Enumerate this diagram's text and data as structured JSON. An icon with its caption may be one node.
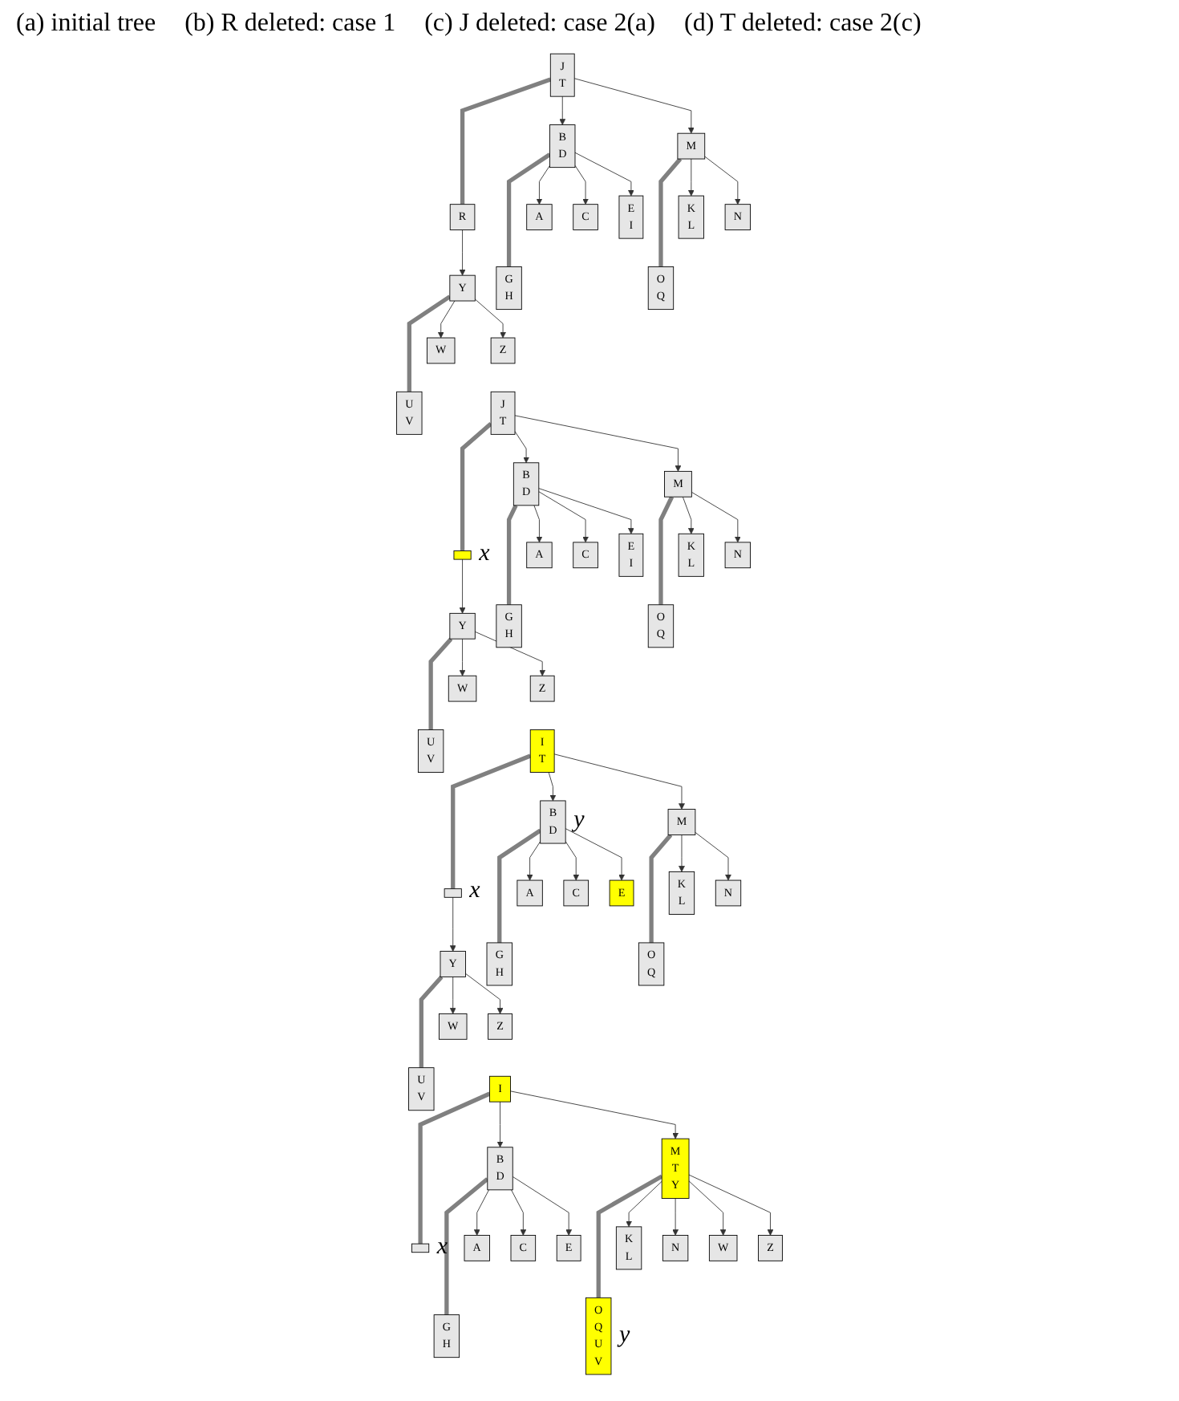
{
  "diagram": {
    "nodes": [
      {
        "text": [
          "J",
          "T"
        ]
      },
      {
        "text": [
          "R"
        ]
      },
      {
        "text": [
          "B",
          "D"
        ]
      },
      {
        "text": [
          "G",
          "H"
        ]
      },
      {
        "text": [
          "M"
        ]
      },
      {
        "text": [
          "O",
          "Q"
        ]
      },
      {
        "text": [
          "Y"
        ]
      },
      {
        "text": [
          "U",
          "V"
        ]
      },
      {
        "text": [
          "A"
        ]
      },
      {
        "text": [
          "C"
        ]
      },
      {
        "text": [
          "E",
          "I"
        ]
      },
      {
        "text": [
          "K",
          "L"
        ]
      },
      {
        "text": [
          "N"
        ]
      },
      {
        "text": [
          "W"
        ]
      },
      {
        "text": [
          "Z"
        ]
      },
      {
        "text": [
          "J",
          "T"
        ]
      },
      {
        "text": [],
        "shape": "box",
        "beside": [
          "x"
        ]
      },
      {
        "text": [
          "B",
          "D"
        ]
      },
      {
        "text": [
          "G",
          "H"
        ]
      },
      {
        "text": [
          "M"
        ]
      },
      {
        "text": [
          "O",
          "Q"
        ]
      },
      {
        "text": [
          "Y"
        ]
      },
      {
        "text": [
          "U",
          "V"
        ]
      },
      {
        "text": [
          "A"
        ]
      },
      {
        "text": [
          "C"
        ]
      },
      {
        "text": [
          "E",
          "I"
        ]
      },
      {
        "text": [
          "K",
          "L"
        ]
      },
      {
        "text": [
          "N"
        ]
      },
      {
        "text": [
          "W"
        ]
      },
      {
        "text": [
          "Z"
        ]
      },
      {
        "text": [
          "I",
          "T"
        ]
      },
      {
        "text": [],
        "shape": "box",
        "beside": [
          "x"
        ]
      },
      {
        "text": [
          "B",
          "D"
        ],
        "beside": [
          "y"
        ]
      },
      {
        "text": [
          "G",
          "H"
        ]
      },
      {
        "text": [
          "M"
        ]
      },
      {
        "text": [
          "O",
          "Q"
        ]
      },
      {
        "text": [
          "Y"
        ]
      },
      {
        "text": [
          "U",
          "V"
        ]
      },
      {
        "text": [
          "A"
        ]
      },
      {
        "text": [
          "C"
        ]
      },
      {
        "text": [
          "E"
        ]
      },
      {
        "text": [
          "K",
          "L"
        ]
      },
      {
        "text": [
          "N"
        ]
      },
      {
        "text": [
          "W"
        ]
      },
      {
        "text": [
          "Z"
        ]
      },
      {
        "text": [
          "I"
        ]
      },
      {
        "text": [],
        "shape": "box",
        "beside": [
          "x"
        ]
      },
      {
        "text": [
          "B",
          "D"
        ]
      },
      {
        "text": [
          "G",
          "H"
        ]
      },
      {
        "text": [
          "M",
          "T",
          "Y"
        ]
      },
      {
        "text": [
          "O",
          "Q",
          "U",
          "V"
        ],
        "beside": [
          "y"
        ]
      },
      {
        "text": [
          "A"
        ]
      },
      {
        "text": [
          "C"
        ]
      },
      {
        "text": [
          "E"
        ]
      },
      {
        "text": [
          "K",
          "L"
        ]
      },
      {
        "text": [
          "N"
        ]
      },
      {
        "text": [
          "W"
        ]
      },
      {
        "text": [
          "Z"
        ]
      }
    ],
    "edges": [
      {
        "from": 0,
        "to": 1,
        "arrow": "none",
        "style": "thick",
        "color": "#808080"
      },
      {
        "from": 2,
        "to": 3,
        "arrow": "none",
        "style": "thick",
        "color": "#808080"
      },
      {
        "from": 4,
        "to": 5,
        "arrow": "none",
        "style": "thick",
        "color": "#808080"
      },
      {
        "from": 6,
        "to": 7,
        "arrow": "none",
        "style": "thick",
        "color": "#808080"
      },
      {
        "from": 0,
        "to": 2,
        "arrow": "to"
      },
      {
        "from": 0,
        "to": 4,
        "arrow": "to"
      },
      {
        "from": 1,
        "to": 6,
        "arrow": "to"
      },
      {
        "from": 2,
        "to": 8,
        "arrow": "to"
      },
      {
        "from": 2,
        "to": 9,
        "arrow": "to"
      },
      {
        "from": 2,
        "to": 10,
        "arrow": "to"
      },
      {
        "from": 4,
        "to": 11,
        "arrow": "to"
      },
      {
        "from": 4,
        "to": 12,
        "arrow": "to"
      },
      {
        "from": 6,
        "to": 13,
        "arrow": "to"
      },
      {
        "from": 6,
        "to": 14,
        "arrow": "to"
      },
      {
        "from": 15,
        "to": 16,
        "arrow": "none",
        "style": "thick",
        "color": "#808080"
      },
      {
        "from": 17,
        "to": 18,
        "arrow": "none",
        "style": "thick",
        "color": "#808080"
      },
      {
        "from": 19,
        "to": 20,
        "arrow": "none",
        "style": "thick",
        "color": "#808080"
      },
      {
        "from": 21,
        "to": 22,
        "arrow": "none",
        "style": "thick",
        "color": "#808080"
      },
      {
        "from": 15,
        "to": 17,
        "arrow": "to"
      },
      {
        "from": 15,
        "to": 19,
        "arrow": "to"
      },
      {
        "from": 16,
        "to": 21,
        "arrow": "to"
      },
      {
        "from": 17,
        "to": 23,
        "arrow": "to"
      },
      {
        "from": 17,
        "to": 24,
        "arrow": "to"
      },
      {
        "from": 17,
        "to": 25,
        "arrow": "to"
      },
      {
        "from": 19,
        "to": 26,
        "arrow": "to"
      },
      {
        "from": 19,
        "to": 27,
        "arrow": "to"
      },
      {
        "from": 21,
        "to": 28,
        "arrow": "to"
      },
      {
        "from": 21,
        "to": 29,
        "arrow": "to"
      },
      {
        "from": 30,
        "to": 31,
        "arrow": "none",
        "style": "thick",
        "color": "#808080"
      },
      {
        "from": 32,
        "to": 33,
        "arrow": "none",
        "style": "thick",
        "color": "#808080"
      },
      {
        "from": 34,
        "to": 35,
        "arrow": "none",
        "style": "thick",
        "color": "#808080"
      },
      {
        "from": 36,
        "to": 37,
        "arrow": "none",
        "style": "thick",
        "color": "#808080"
      },
      {
        "from": 30,
        "to": 32,
        "arrow": "to"
      },
      {
        "from": 30,
        "to": 34,
        "arrow": "to"
      },
      {
        "from": 31,
        "to": 36,
        "arrow": "to"
      },
      {
        "from": 32,
        "to": 38,
        "arrow": "to"
      },
      {
        "from": 32,
        "to": 39,
        "arrow": "to"
      },
      {
        "from": 32,
        "to": 40,
        "arrow": "to"
      },
      {
        "from": 34,
        "to": 41,
        "arrow": "to"
      },
      {
        "from": 34,
        "to": 42,
        "arrow": "to"
      },
      {
        "from": 36,
        "to": 43,
        "arrow": "to"
      },
      {
        "from": 36,
        "to": 44,
        "arrow": "to"
      },
      {
        "from": 45,
        "to": 46,
        "arrow": "none",
        "style": "thick",
        "color": "#808080"
      },
      {
        "from": 47,
        "to": 48,
        "arrow": "none",
        "style": "thick",
        "color": "#808080"
      },
      {
        "from": 49,
        "to": 50,
        "arrow": "none",
        "style": "thick",
        "color": "#808080"
      },
      {
        "from": 45,
        "to": 47,
        "arrow": "to"
      },
      {
        "from": 45,
        "to": 49,
        "arrow": "to"
      },
      {
        "from": 47,
        "to": 51,
        "arrow": "to"
      },
      {
        "from": 47,
        "to": 52,
        "arrow": "to"
      },
      {
        "from": 47,
        "to": 53,
        "arrow": "to"
      },
      {
        "from": 49,
        "to": 54,
        "arrow": "to"
      },
      {
        "from": 49,
        "to": 55,
        "arrow": "to"
      },
      {
        "from": 49,
        "to": 56,
        "arrow": "to"
      },
      {
        "from": 49,
        "to": 57,
        "arrow": "to"
      }
    ],
    "labels": [
      "(a) initial tree",
      "(b) R deleted: case 1",
      "(c) J deleted: case 2(a)",
      "(d) T deleted: case 2(c)"
    ]
  }
}
